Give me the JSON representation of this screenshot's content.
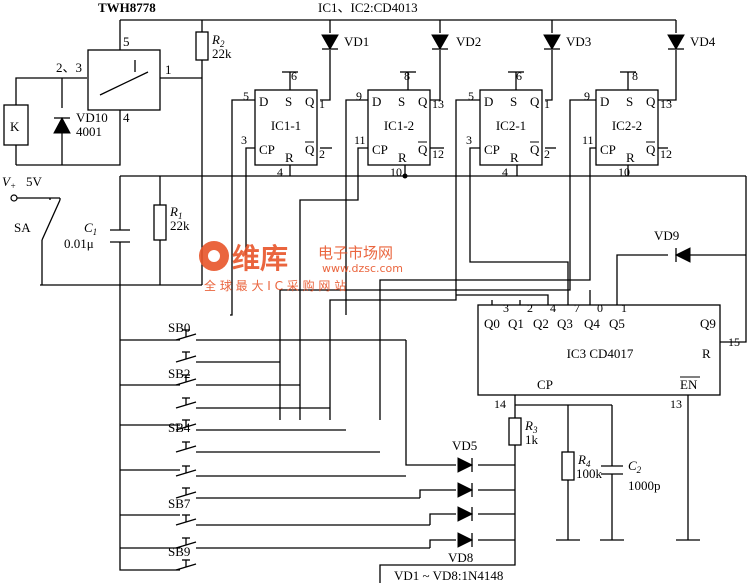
{
  "header": {
    "relay_part": "TWH8778",
    "ic_types": "IC1、IC2:CD4013",
    "diode_types": "VD1 ~ VD8:1N4148"
  },
  "relay": {
    "pins": [
      "5",
      "2、3",
      "1",
      "4"
    ],
    "coil_label": "K",
    "diode_label": "VD10",
    "diode_part": "4001"
  },
  "power": {
    "supply_label": "V",
    "supply_sub": "+",
    "supply_value": "5V",
    "switch_label": "SA"
  },
  "passives": {
    "R2": {
      "name": "R",
      "sub": "2",
      "value": "22k"
    },
    "R1": {
      "name": "R",
      "sub": "1",
      "value": "22k"
    },
    "C1": {
      "name": "C",
      "sub": "1",
      "value": "0.01μ"
    },
    "R3": {
      "name": "R",
      "sub": "3",
      "value": "1k"
    },
    "R4": {
      "name": "R",
      "sub": "4",
      "value": "100k"
    },
    "C2": {
      "name": "C",
      "sub": "2",
      "value": "1000p"
    }
  },
  "flipflops": [
    {
      "name": "IC1-1",
      "pin_d": "5",
      "pin_s": "6",
      "pin_q": "1",
      "pin_cp": "3",
      "pin_qbar": "2",
      "pin_r": "4"
    },
    {
      "name": "IC1-2",
      "pin_d": "9",
      "pin_s": "8",
      "pin_q": "13",
      "pin_cp": "11",
      "pin_qbar": "12",
      "pin_r": "10"
    },
    {
      "name": "IC2-1",
      "pin_d": "5",
      "pin_s": "6",
      "pin_q": "1",
      "pin_cp": "3",
      "pin_qbar": "2",
      "pin_r": "4"
    },
    {
      "name": "IC2-2",
      "pin_d": "9",
      "pin_s": "8",
      "pin_q": "13",
      "pin_cp": "11",
      "pin_qbar": "12",
      "pin_r": "10"
    }
  ],
  "ff_port_labels": {
    "d": "D",
    "s": "S",
    "q": "Q",
    "cp": "CP",
    "r": "R",
    "qbar": "Q"
  },
  "counter": {
    "name": "IC3 CD4017",
    "outputs": [
      "Q0",
      "Q1",
      "Q2",
      "Q3",
      "Q4",
      "Q5",
      "Q9"
    ],
    "top_pins": [
      "3",
      "2",
      "4",
      "7",
      "0",
      "1"
    ],
    "cp": "CP",
    "en": "EN",
    "r": "R",
    "pin_cp": "14",
    "pin_en": "13",
    "pin_r": "15"
  },
  "diodes": {
    "top": [
      "VD1",
      "VD2",
      "VD3",
      "VD4"
    ],
    "vd9": "VD9",
    "vd5": "VD5",
    "vd8": "VD8"
  },
  "buttons": [
    "SB0",
    "SB2",
    "SB4",
    "SB7",
    "SB9"
  ],
  "watermark": {
    "brand": "维库",
    "cn_text": "电子市场网",
    "url": "www.dzsc.com",
    "tagline": "全 球 最 大 I C 采 购 网 站",
    "color": "#e8552a"
  }
}
